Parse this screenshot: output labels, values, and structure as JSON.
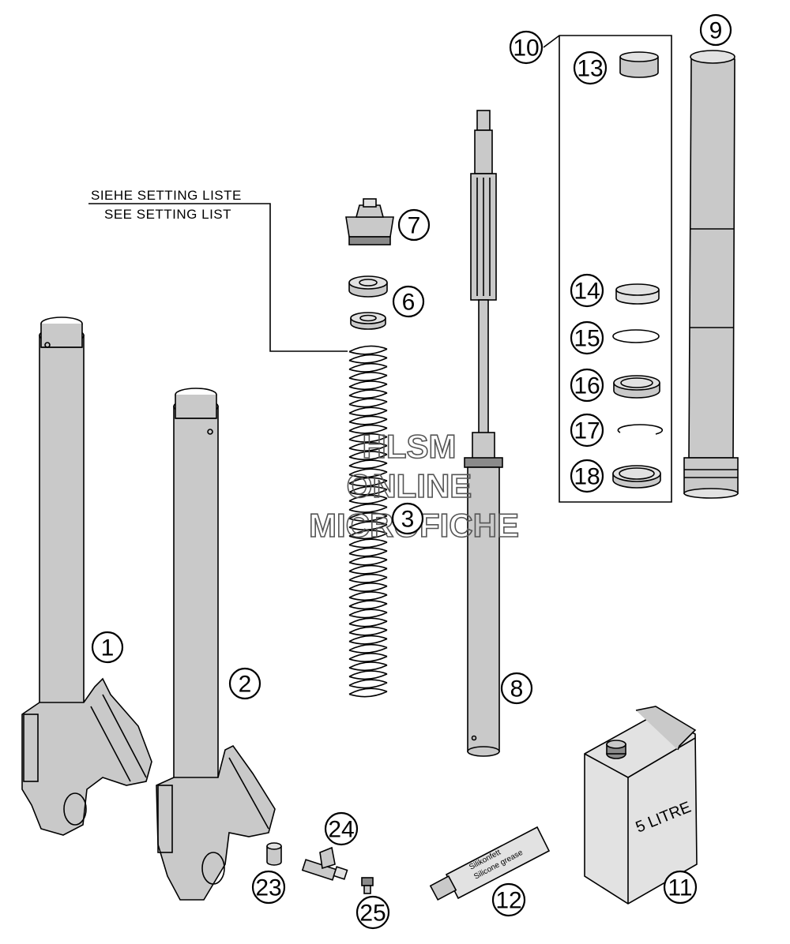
{
  "setting_note": {
    "line1": "SIEHE SETTING LISTE",
    "line2": "SEE SETTING LIST"
  },
  "watermark": {
    "line1": "HLSM",
    "line2": "ONLINE",
    "line3": "MICROFICHE"
  },
  "callouts": {
    "c1": "1",
    "c2": "2",
    "c3": "3",
    "c6": "6",
    "c7": "7",
    "c8": "8",
    "c9": "9",
    "c10": "10",
    "c11": "11",
    "c12": "12",
    "c13": "13",
    "c14": "14",
    "c15": "15",
    "c16": "16",
    "c17": "17",
    "c18": "18",
    "c23": "23",
    "c24": "24",
    "c25": "25"
  },
  "tube_text": {
    "line1": "Silikonfett",
    "line2": "Silicone grease"
  },
  "can_text": "5 LITRE"
}
